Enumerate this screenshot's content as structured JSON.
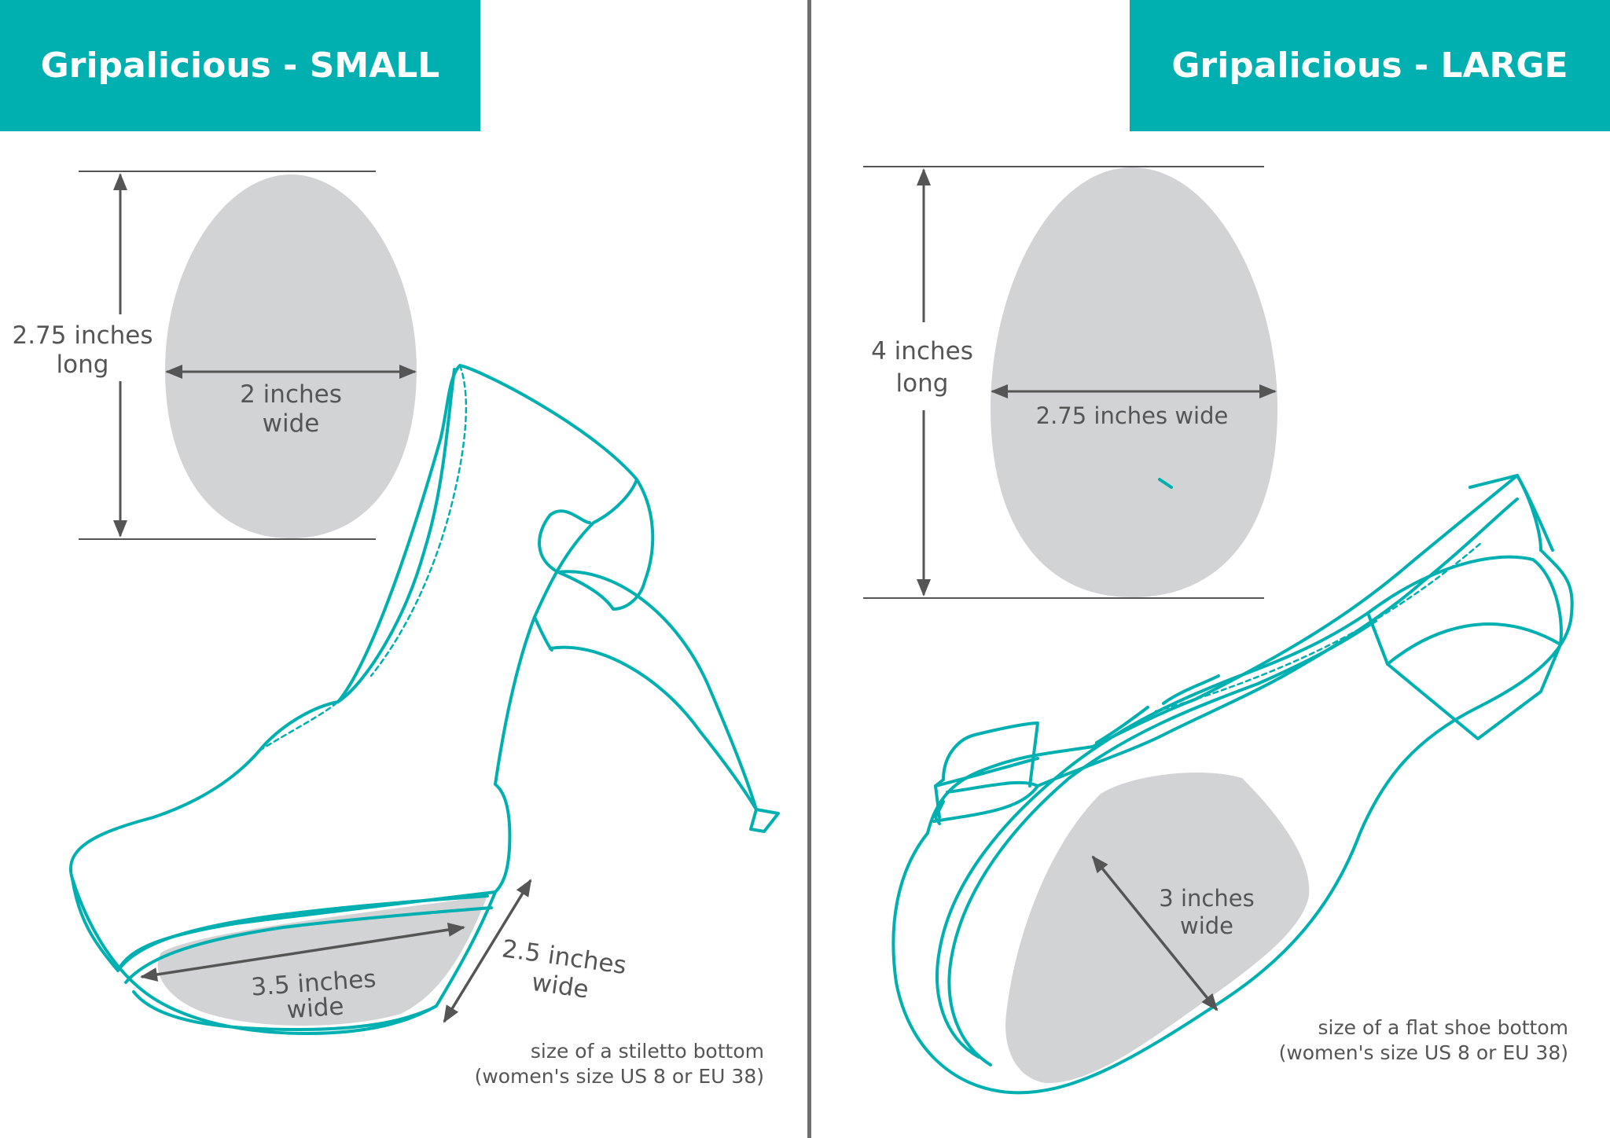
{
  "colors": {
    "accent": "#00b0b0",
    "divider": "#6f6f6f",
    "pad": "#d2d3d5",
    "text": "#555555"
  },
  "left": {
    "title": "Gripalicious - SMALL",
    "length_label": [
      "2.75 inches",
      "long"
    ],
    "width_label": [
      "2 inches",
      "wide"
    ],
    "sole_length_label": [
      "3.5 inches",
      "wide"
    ],
    "sole_width_label": [
      "2.5 inches",
      "wide"
    ],
    "note": [
      "size of a stiletto bottom",
      "(women's size US 8 or EU 38)"
    ]
  },
  "right": {
    "title": "Gripalicious - LARGE",
    "length_label": [
      "4 inches",
      "long"
    ],
    "width_label": "2.75 inches wide",
    "sole_width_label": [
      "3 inches",
      "wide"
    ],
    "note": [
      "size of a flat shoe bottom",
      "(women's size US 8 or EU 38)"
    ]
  }
}
